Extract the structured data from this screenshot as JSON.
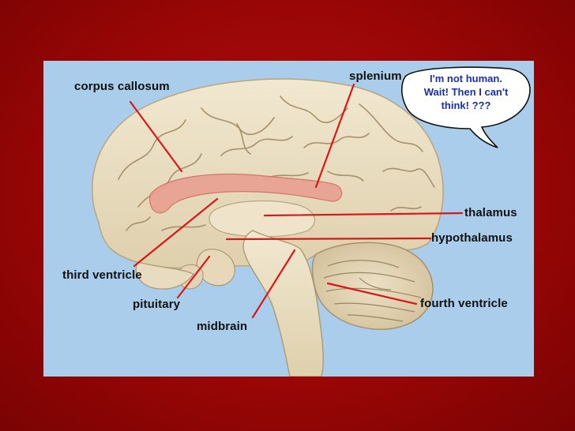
{
  "labels": {
    "corpus_callosum": "corpus callosum",
    "splenium": "splenium",
    "thalamus": "thalamus",
    "hypothalamus": "hypothalamus",
    "third_ventricle": "third ventricle",
    "pituitary": "pituitary",
    "midbrain": "midbrain",
    "fourth_ventricle": "fourth ventricle"
  },
  "speech_bubble": {
    "line1": "I'm not human.",
    "line2": "Wait! Then I can't",
    "line3": "think!  ???"
  },
  "colors": {
    "slide_background": "#9a0606",
    "diagram_background": "#a9cdea",
    "brain_tissue": "#eadfc4",
    "pointer_lines": "#d81818",
    "bubble_text": "#1b2fa8"
  }
}
